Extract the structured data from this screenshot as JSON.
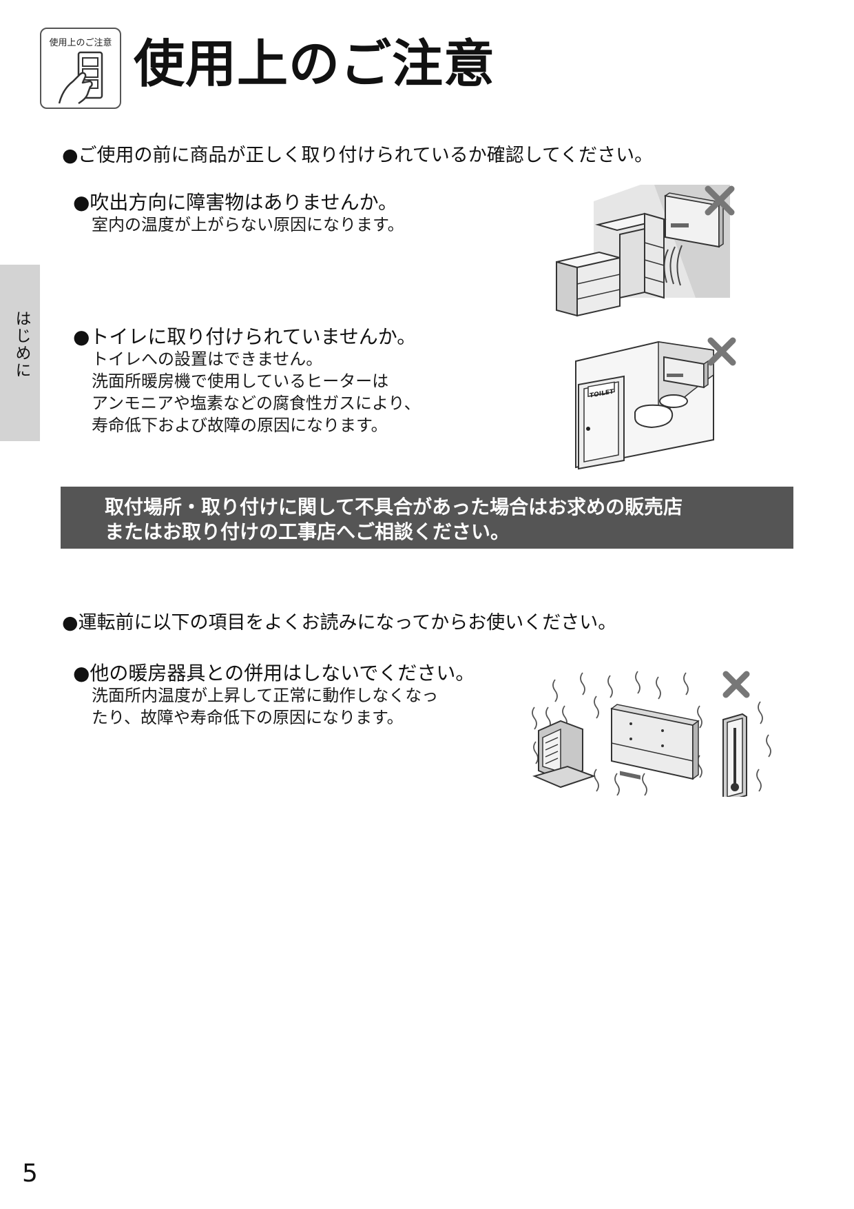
{
  "header": {
    "icon_caption": "使用上のご注意",
    "title": "使用上のご注意"
  },
  "side_tab": {
    "label": "はじめに"
  },
  "section1": {
    "heading": "●ご使用の前に商品が正しく取り付けられているか確認してください。",
    "items": [
      {
        "heading": "●吹出方向に障害物はありませんか。",
        "lines": [
          "室内の温度が上がらない原因になります。"
        ]
      },
      {
        "heading": "●トイレに取り付けられていませんか。",
        "lines": [
          "トイレへの設置はできません。",
          "洗面所暖房機で使用しているヒーターは",
          "アンモニアや塩素などの腐食性ガスにより、",
          "寿命低下および故障の原因になります。"
        ]
      }
    ],
    "toilet_sign": "TOILET"
  },
  "banner": {
    "lines": [
      "取付場所・取り付けに関して不具合があった場合はお求めの販売店",
      "またはお取り付けの工事店へご相談ください。"
    ]
  },
  "section2": {
    "heading": "●運転前に以下の項目をよくお読みになってからお使いください。",
    "items": [
      {
        "heading": "●他の暖房器具との併用はしないでください。",
        "lines": [
          "洗面所内温度が上昇して正常に動作しなくなっ",
          "たり、故障や寿命低下の原因になります。"
        ]
      }
    ]
  },
  "page_number": "5",
  "icons": {
    "header": "hand-pressing-switch-icon",
    "prohibited": "x-mark-icon"
  }
}
